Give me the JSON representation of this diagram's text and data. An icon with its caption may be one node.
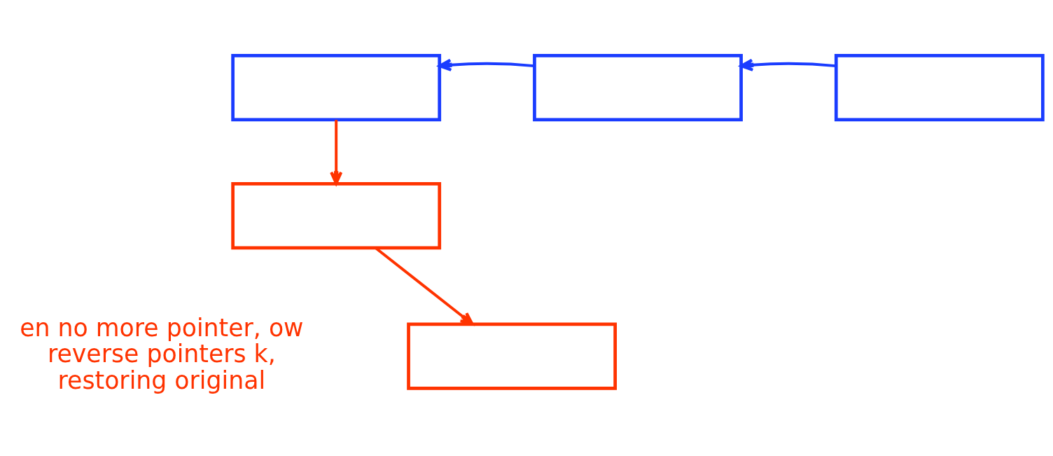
{
  "diagram": {
    "nodes": [
      {
        "text": [],
        "shape": "box"
      },
      {
        "text": [],
        "shape": "box"
      },
      {
        "text": [],
        "shape": "box"
      },
      {
        "text": [],
        "shape": "box"
      },
      {
        "text": [],
        "shape": "box"
      }
    ],
    "edges": [
      {
        "from": 1,
        "to": 0,
        "arrow": "to",
        "color": "#1a3cff"
      },
      {
        "from": 2,
        "to": 1,
        "arrow": "to",
        "color": "#1a3cff"
      },
      {
        "from": 0,
        "to": 3,
        "arrow": "to",
        "color": "#ff3300"
      },
      {
        "from": 3,
        "to": 4,
        "arrow": "to",
        "color": "#ff3300"
      }
    ],
    "labels": [
      "en no more pointer, ow reverse pointers k, restoring original"
    ]
  }
}
